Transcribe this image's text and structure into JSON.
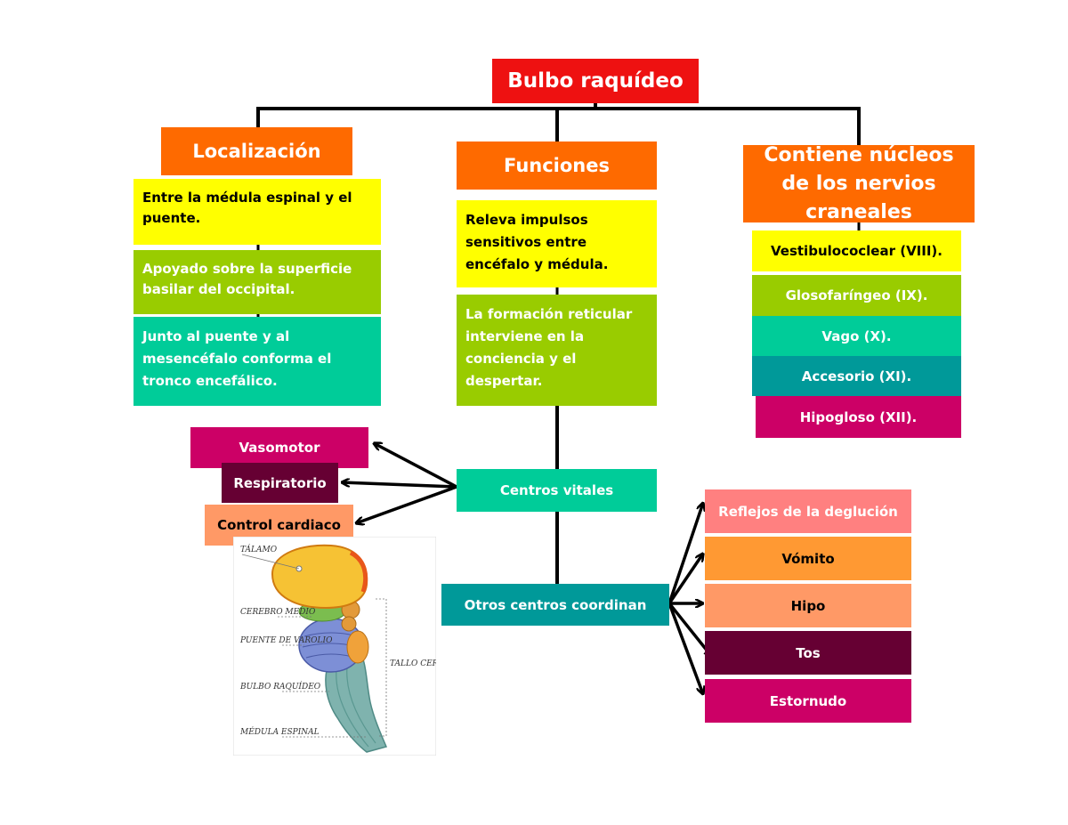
{
  "title": "Bulbo raquídeo",
  "branches": {
    "localizacion": {
      "header": "Localización",
      "items": [
        "Entre la médula espinal y el puente.",
        "Apoyado sobre la superficie basilar del occipital.",
        "Junto al puente y al mesencéfalo conforma el tronco encefálico."
      ]
    },
    "funciones": {
      "header": "Funciones",
      "items": [
        "Releva impulsos sensitivos entre encéfalo y médula.",
        "La formación reticular interviene en la conciencia y el despertar."
      ]
    },
    "nucleos": {
      "header": "Contiene núcleos de los nervios craneales",
      "items": [
        "Vestibulococlear (VIII).",
        "Glosofaríngeo (IX).",
        "Vago (X).",
        "Accesorio (XI).",
        "Hipogloso (XII)."
      ]
    }
  },
  "centros_vitales": {
    "label": "Centros vitales",
    "items": [
      "Vasomotor",
      "Respiratorio",
      "Control cardiaco"
    ]
  },
  "otros_centros": {
    "label": "Otros centros coordinan",
    "items": [
      "Reflejos de la deglución",
      "Vómito",
      "Hipo",
      "Tos",
      "Estornudo"
    ]
  },
  "brain_figure": {
    "labels": [
      "TÁLAMO",
      "CEREBRO MEDIO",
      "PUENTE DE VAROLIO",
      "BULBO RAQUÍDEO",
      "MÉDULA ESPINAL",
      "TALLO CEREBRAL"
    ]
  },
  "colors": {
    "red": "#ee1111",
    "orange": "#fe6a00",
    "yellow": "#ffff00",
    "green": "#99cc00",
    "teal": "#00cc99",
    "dark_teal": "#009999",
    "magenta": "#cc0066",
    "maroon": "#660033",
    "salmon": "#ff9966",
    "pink": "#ff8080",
    "light_orange": "#ff9933"
  }
}
